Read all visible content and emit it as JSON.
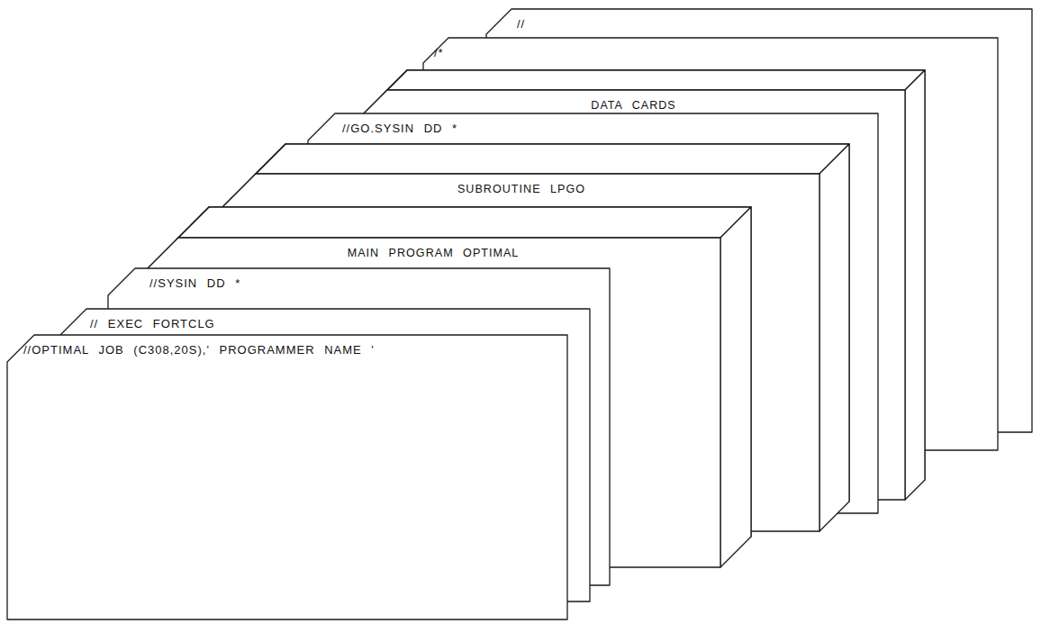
{
  "diagram": {
    "nodes": [
      {
        "text": [
          "//OPTIMAL JOB (C308,20S),' PROGRAMMER NAME '"
        ]
      },
      {
        "text": [
          "// EXEC FORTCLG"
        ]
      },
      {
        "text": [
          "//SYSIN DD *"
        ]
      },
      {
        "text": [
          "MAIN PROGRAM OPTIMAL"
        ]
      },
      {
        "text": [
          "SUBROUTINE LPGO"
        ]
      },
      {
        "text": [
          "//GO.SYSIN DD *"
        ]
      },
      {
        "text": [
          "DATA CARDS"
        ]
      },
      {
        "text": [
          "/*"
        ]
      },
      {
        "text": [
          "//"
        ]
      }
    ]
  }
}
